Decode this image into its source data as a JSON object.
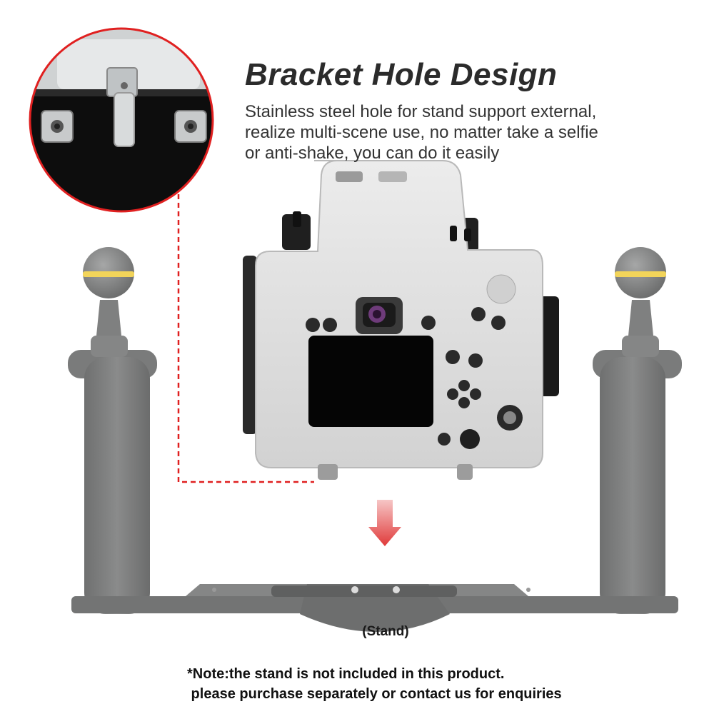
{
  "heading": {
    "title": "Bracket Hole Design",
    "lines": [
      "Stainless steel hole for stand support external,",
      "realize multi-scene use, no matter take a selfie",
      "or anti-shake, you can do it easily"
    ]
  },
  "stand_label": "(Stand)",
  "note": {
    "line1": "*Note:the stand is not included in this product.",
    "line2": " please purchase separately or contact us for enquiries"
  },
  "colors": {
    "accent_red": "#e02020",
    "stand_grey": "#7a7b7b",
    "ball_ring": "#f2d45a",
    "housing": "#dedede"
  }
}
